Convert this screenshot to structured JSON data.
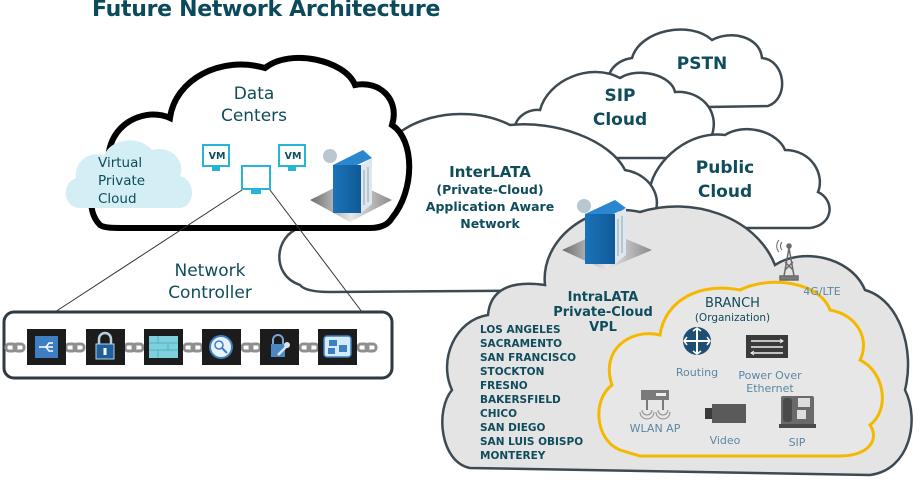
{
  "title": "Future Network Architecture",
  "colors": {
    "title": "#0b4a5c",
    "text": "#0f4c5c",
    "cloud_outline": "#3d4a52",
    "datacenter_outline": "#000000",
    "vpc_fill": "#d3eef5",
    "intralata_fill": "#e4e4e4",
    "branch_outline": "#f5b800",
    "icon_label": "#5b87a3",
    "server_blue": "#1565a8"
  },
  "clouds": {
    "data_centers": {
      "line1": "Data",
      "line2": "Centers"
    },
    "virtual_private_cloud": {
      "line1": "Virtual",
      "line2": "Private",
      "line3": "Cloud"
    },
    "pstn": {
      "label": "PSTN"
    },
    "sip_cloud": {
      "line1": "SIP",
      "line2": "Cloud"
    },
    "public_cloud": {
      "line1": "Public",
      "line2": "Cloud"
    },
    "interlata": {
      "line1": "InterLATA",
      "line2": "(Private-Cloud)",
      "line3": "Application Aware",
      "line4": "Network"
    },
    "intralata": {
      "line1": "IntraLATA",
      "line2": "Private-Cloud",
      "line3": "VPL"
    },
    "branch": {
      "line1": "BRANCH",
      "line2": "(Organization)"
    }
  },
  "vms": [
    {
      "label": "VM"
    },
    {
      "label": "VM"
    },
    {
      "label": ""
    }
  ],
  "network_controller": {
    "line1": "Network",
    "line2": "Controller",
    "icons": [
      "load-balancer-icon",
      "lock-icon",
      "firewall-icon",
      "inspection-icon",
      "key-lock-icon",
      "virtual-desktop-icon"
    ]
  },
  "cities": [
    "LOS ANGELES",
    "SACRAMENTO",
    "SAN FRANCISCO",
    "STOCKTON",
    "FRESNO",
    "BAKERSFIELD",
    "CHICO",
    "SAN DIEGO",
    "SAN LUIS OBISPO",
    "MONTEREY"
  ],
  "branch_devices": {
    "routing": "Routing",
    "poe_line1": "Power Over",
    "poe_line2": "Ethernet",
    "wlan": "WLAN AP",
    "video": "Video",
    "sip": "SIP"
  },
  "cell_tower": {
    "label": "4G/LTE"
  }
}
